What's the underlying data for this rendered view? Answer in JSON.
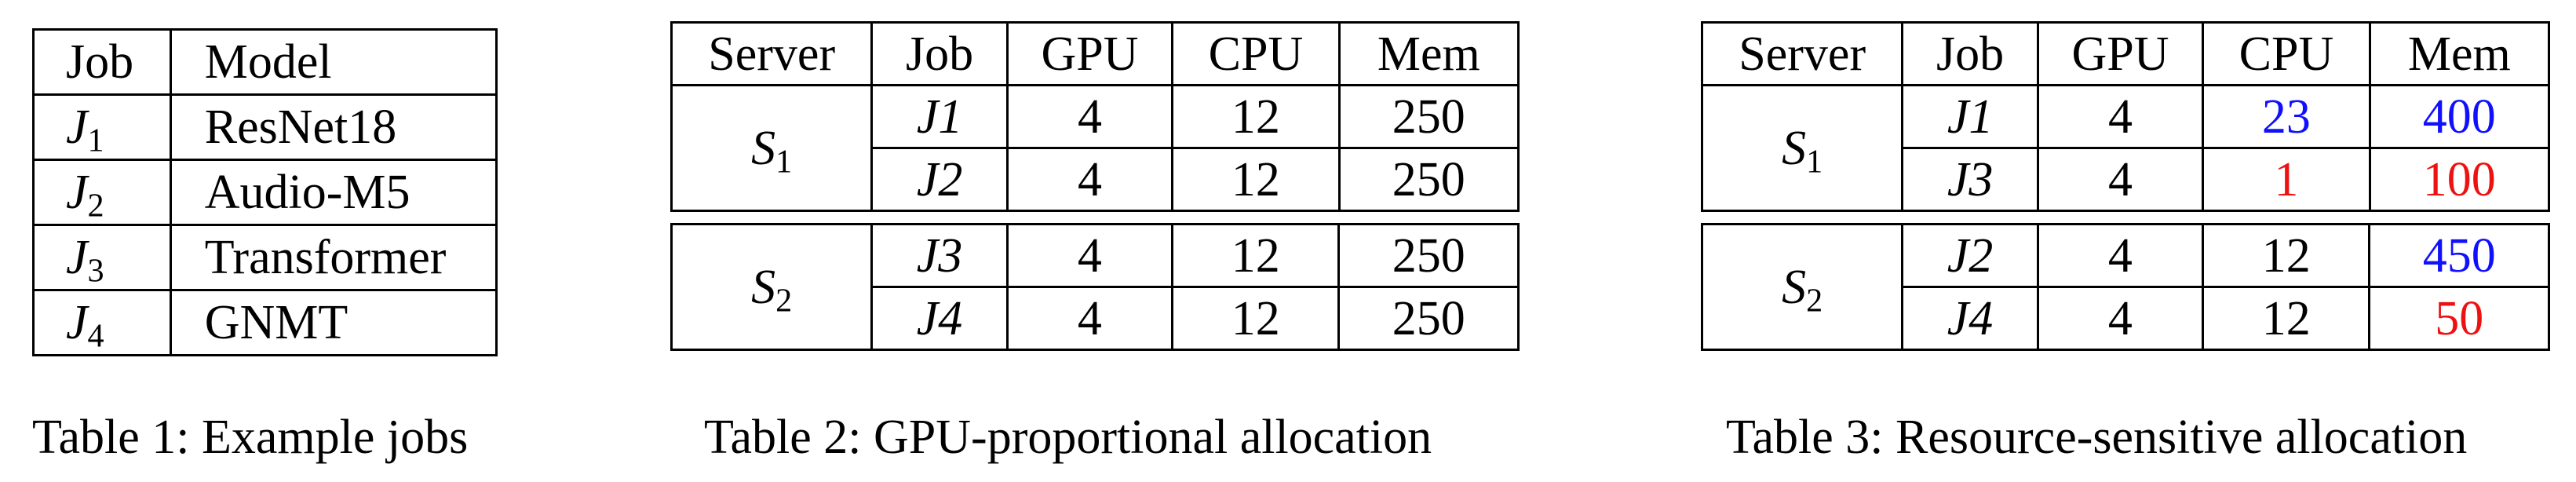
{
  "table1": {
    "headers": [
      "Job",
      "Model"
    ],
    "rows": [
      {
        "job_sym": "J",
        "job_sub": "1",
        "model": "ResNet18"
      },
      {
        "job_sym": "J",
        "job_sub": "2",
        "model": "Audio-M5"
      },
      {
        "job_sym": "J",
        "job_sub": "3",
        "model": "Transformer"
      },
      {
        "job_sym": "J",
        "job_sub": "4",
        "model": "GNMT"
      }
    ],
    "caption": "Table 1: Example jobs"
  },
  "table2": {
    "headers": [
      "Server",
      "Job",
      "GPU",
      "CPU",
      "Mem"
    ],
    "groups": [
      {
        "server_sym": "S",
        "server_sub": "1",
        "rows": [
          {
            "job": "J1",
            "gpu": "4",
            "cpu": "12",
            "mem": "250"
          },
          {
            "job": "J2",
            "gpu": "4",
            "cpu": "12",
            "mem": "250"
          }
        ]
      },
      {
        "server_sym": "S",
        "server_sub": "2",
        "rows": [
          {
            "job": "J3",
            "gpu": "4",
            "cpu": "12",
            "mem": "250"
          },
          {
            "job": "J4",
            "gpu": "4",
            "cpu": "12",
            "mem": "250"
          }
        ]
      }
    ],
    "caption": "Table 2: GPU-proportional allocation"
  },
  "table3": {
    "headers": [
      "Server",
      "Job",
      "GPU",
      "CPU",
      "Mem"
    ],
    "groups": [
      {
        "server_sym": "S",
        "server_sub": "1",
        "rows": [
          {
            "job": "J1",
            "gpu": "4",
            "cpu": "23",
            "cpu_color": "blue",
            "mem": "400",
            "mem_color": "blue"
          },
          {
            "job": "J3",
            "gpu": "4",
            "cpu": "1",
            "cpu_color": "red",
            "mem": "100",
            "mem_color": "red"
          }
        ]
      },
      {
        "server_sym": "S",
        "server_sub": "2",
        "rows": [
          {
            "job": "J2",
            "gpu": "4",
            "cpu": "12",
            "cpu_color": "black",
            "mem": "450",
            "mem_color": "blue"
          },
          {
            "job": "J4",
            "gpu": "4",
            "cpu": "12",
            "cpu_color": "black",
            "mem": "50",
            "mem_color": "red"
          }
        ]
      }
    ],
    "caption": "Table 3: Resource-sensitive allocation"
  },
  "colors": {
    "blue": "#1010ff",
    "red": "#ee1111",
    "black": "#000000"
  }
}
